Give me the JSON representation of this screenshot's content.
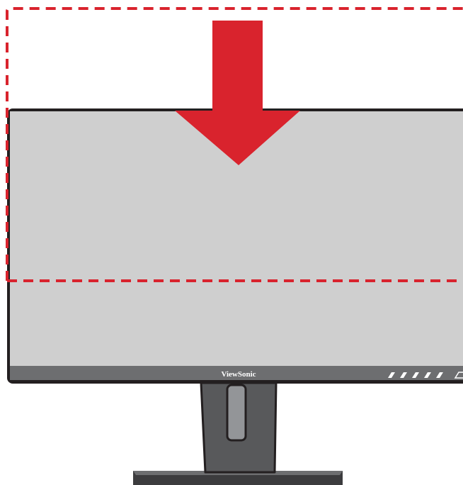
{
  "illustration": {
    "brand": "ViewSonic",
    "action": "lower-monitor-height",
    "colors": {
      "arrow": "#d9232d",
      "dashed_outline": "#d9232d",
      "bezel": "#231f20",
      "screen": "#cfcfcf",
      "chin": "#6d6e70",
      "stand": "#58595b",
      "stand_slot": "#939598",
      "base": "#4d4d4f",
      "background": "#ffffff"
    },
    "control_buttons_count": 6
  }
}
